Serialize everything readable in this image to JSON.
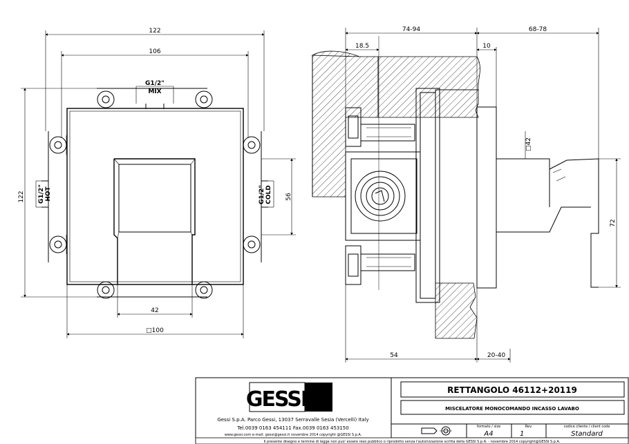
{
  "front_view": {
    "dim_outer_width": "122",
    "dim_inner_width": "106",
    "dim_mix": "G1/2\"",
    "dim_mix_label": "MIX",
    "dim_height": "122",
    "dim_hot": "G1/2\"",
    "dim_hot_label": "HOT",
    "dim_cold": "G1/2\"",
    "dim_cold_label": "COLD",
    "dim_56": "56",
    "dim_42": "42",
    "dim_plate": "□100"
  },
  "side_view": {
    "dim_74_94": "74-94",
    "dim_68_78": "68-78",
    "dim_18_5": "18.5",
    "dim_10": "10",
    "dim_sq42": "□42",
    "dim_72": "72",
    "dim_54": "54",
    "dim_20_40": "20-40"
  },
  "title_block": {
    "logo": "GESSI",
    "company_line": "Gessi S.p.A. Parco Gessi, 13037 Serravalle Sesia (Vercelli) Italy",
    "phone_line": "Tel.0039 0163 454111 Fax.0039 0163 453150",
    "web_line": "www.gessi.com  e-mail: gessi@gessi.it  novembre  2014  copyright @GESSI  S.p.A.",
    "product_title": "RETTANGOLO  46112+20119",
    "product_subtitle": "MISCELATORE MONOCOMANDO INCASSO LAVABO",
    "format_header": "formato / size",
    "format_value": "A4",
    "rev_header": "Rev.",
    "rev_value": "1",
    "client_header": "codice cliente / client code",
    "client_value": "Standard",
    "footer_notice": "Il presente disegno e termine di legge non puo' essere reso pubblico o riprodotto senza l'autorizzazione scritta della GESSI S.p.A. - novembre 2014  copyright@GESSI S.p.A."
  }
}
